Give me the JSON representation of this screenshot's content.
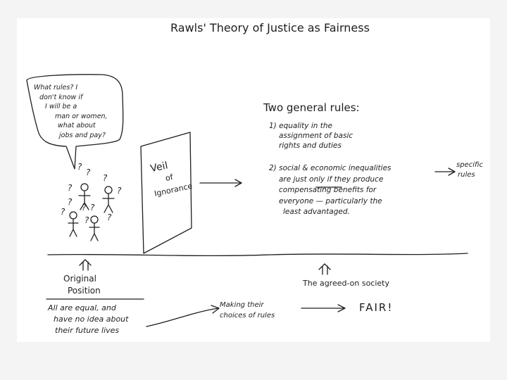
{
  "title": "Rawls' Theory of Justice as Fairness",
  "speech_bubble": {
    "lines": [
      "What rules? I",
      "don't know if",
      "I will be a",
      "man or women,",
      "what about",
      "jobs and pay?"
    ]
  },
  "question_mark": "?",
  "veil": {
    "lines": [
      "Veil",
      "of",
      "Ignorance"
    ]
  },
  "rules_heading": "Two general rules:",
  "rule_1": {
    "number": "1)",
    "lines": [
      "equality in the",
      "assignment of basic",
      "rights and duties"
    ]
  },
  "rule_2": {
    "number": "2)",
    "lines": [
      "social & economic inequalities",
      "are just only if they produce",
      "compensating benefits for",
      "everyone — particularly the",
      "least advantaged."
    ]
  },
  "specific_rules": {
    "lines": [
      "specific",
      "rules"
    ]
  },
  "original_position": {
    "lines": [
      "Original",
      "Position"
    ]
  },
  "all_equal": {
    "lines": [
      "All are equal, and",
      "have no idea about",
      "their future lives"
    ]
  },
  "choices": {
    "lines": [
      "Making their",
      "choices of rules"
    ]
  },
  "agreed_society": "The agreed-on society",
  "fair": "FAIR!",
  "ink_color": "#1e1e1e",
  "paper_color": "#ffffff",
  "background_color": "#f4f4f4"
}
